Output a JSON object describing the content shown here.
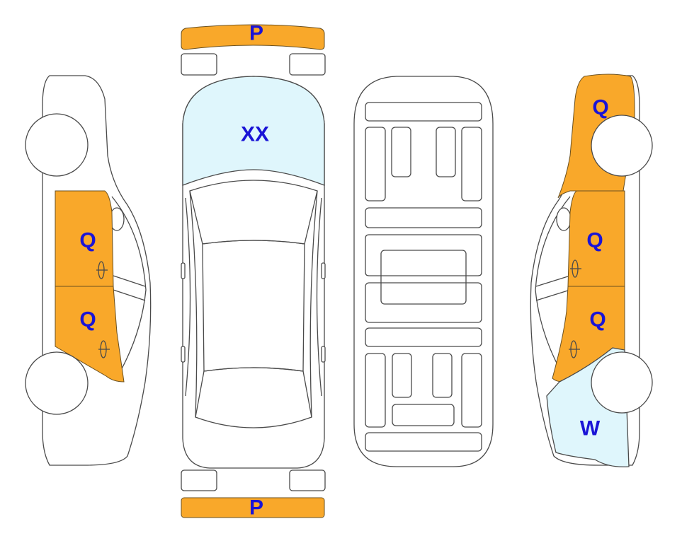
{
  "colors": {
    "damage_orange": "#f9a82a",
    "damage_blue": "#dff6fc",
    "outline": "#4a4a4a",
    "label": "#1a14d6"
  },
  "labels": {
    "front_bumper": "P",
    "rear_bumper": "P",
    "hood": "XX",
    "left_front_door": "Q",
    "left_rear_door": "Q",
    "right_rear_quarter": "Q",
    "right_rear_door": "Q",
    "right_front_door": "Q",
    "right_front_fender": "W"
  }
}
